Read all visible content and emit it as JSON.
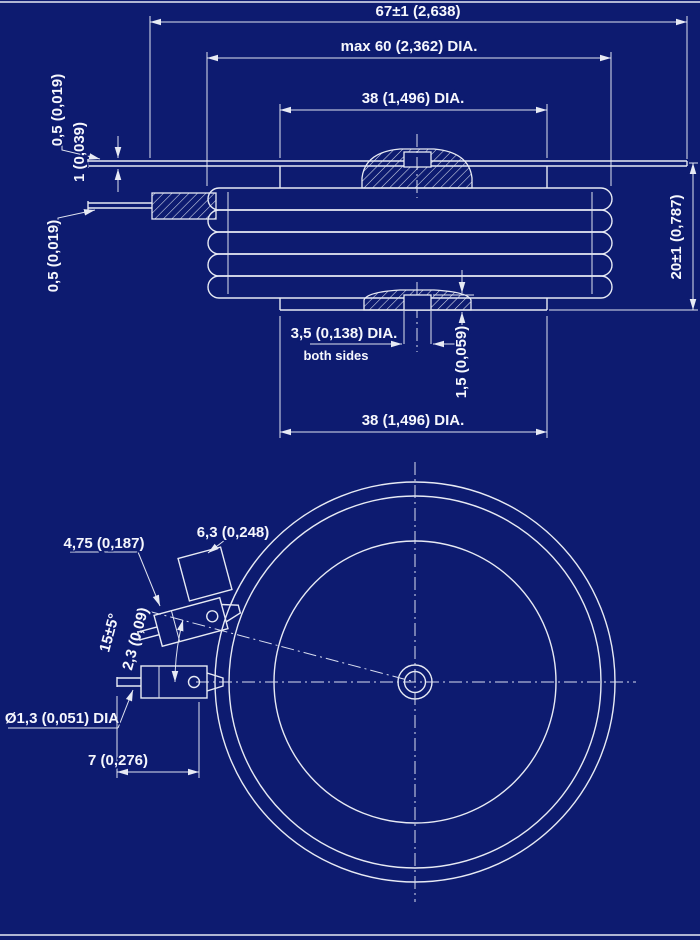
{
  "colors": {
    "background": "#0d1b70",
    "line": "#e7eaf4",
    "text": "#f6f7fd"
  },
  "side_view": {
    "overall_width": "67±1 (2,638)",
    "max_body_dia": "max 60 (2,362) DIA.",
    "pole_dia_top": "38 (1,496) DIA.",
    "flange_top_thk": "0,5 (0,019)",
    "lead_thk": "1 (0,039)",
    "flange_bottom_thk": "0,5 (0,019)",
    "height": "20±1 (0,787)",
    "gate_hole_dia": "3,5 (0,138) DIA.",
    "gate_hole_note": "both sides",
    "gate_hole_depth": "1,5 (0,059)",
    "pole_dia_bottom": "38 (1,496) DIA."
  },
  "plan_view": {
    "tab_width": "4,75 (0,187)",
    "tab_length": "6,3 (0,248)",
    "lead_angle": "15±5°",
    "lead_offset": "2,3 (0,09)",
    "wire_dia": "Ø1,3 (0,051) DIA",
    "terminal_length": "7 (0,276)"
  }
}
